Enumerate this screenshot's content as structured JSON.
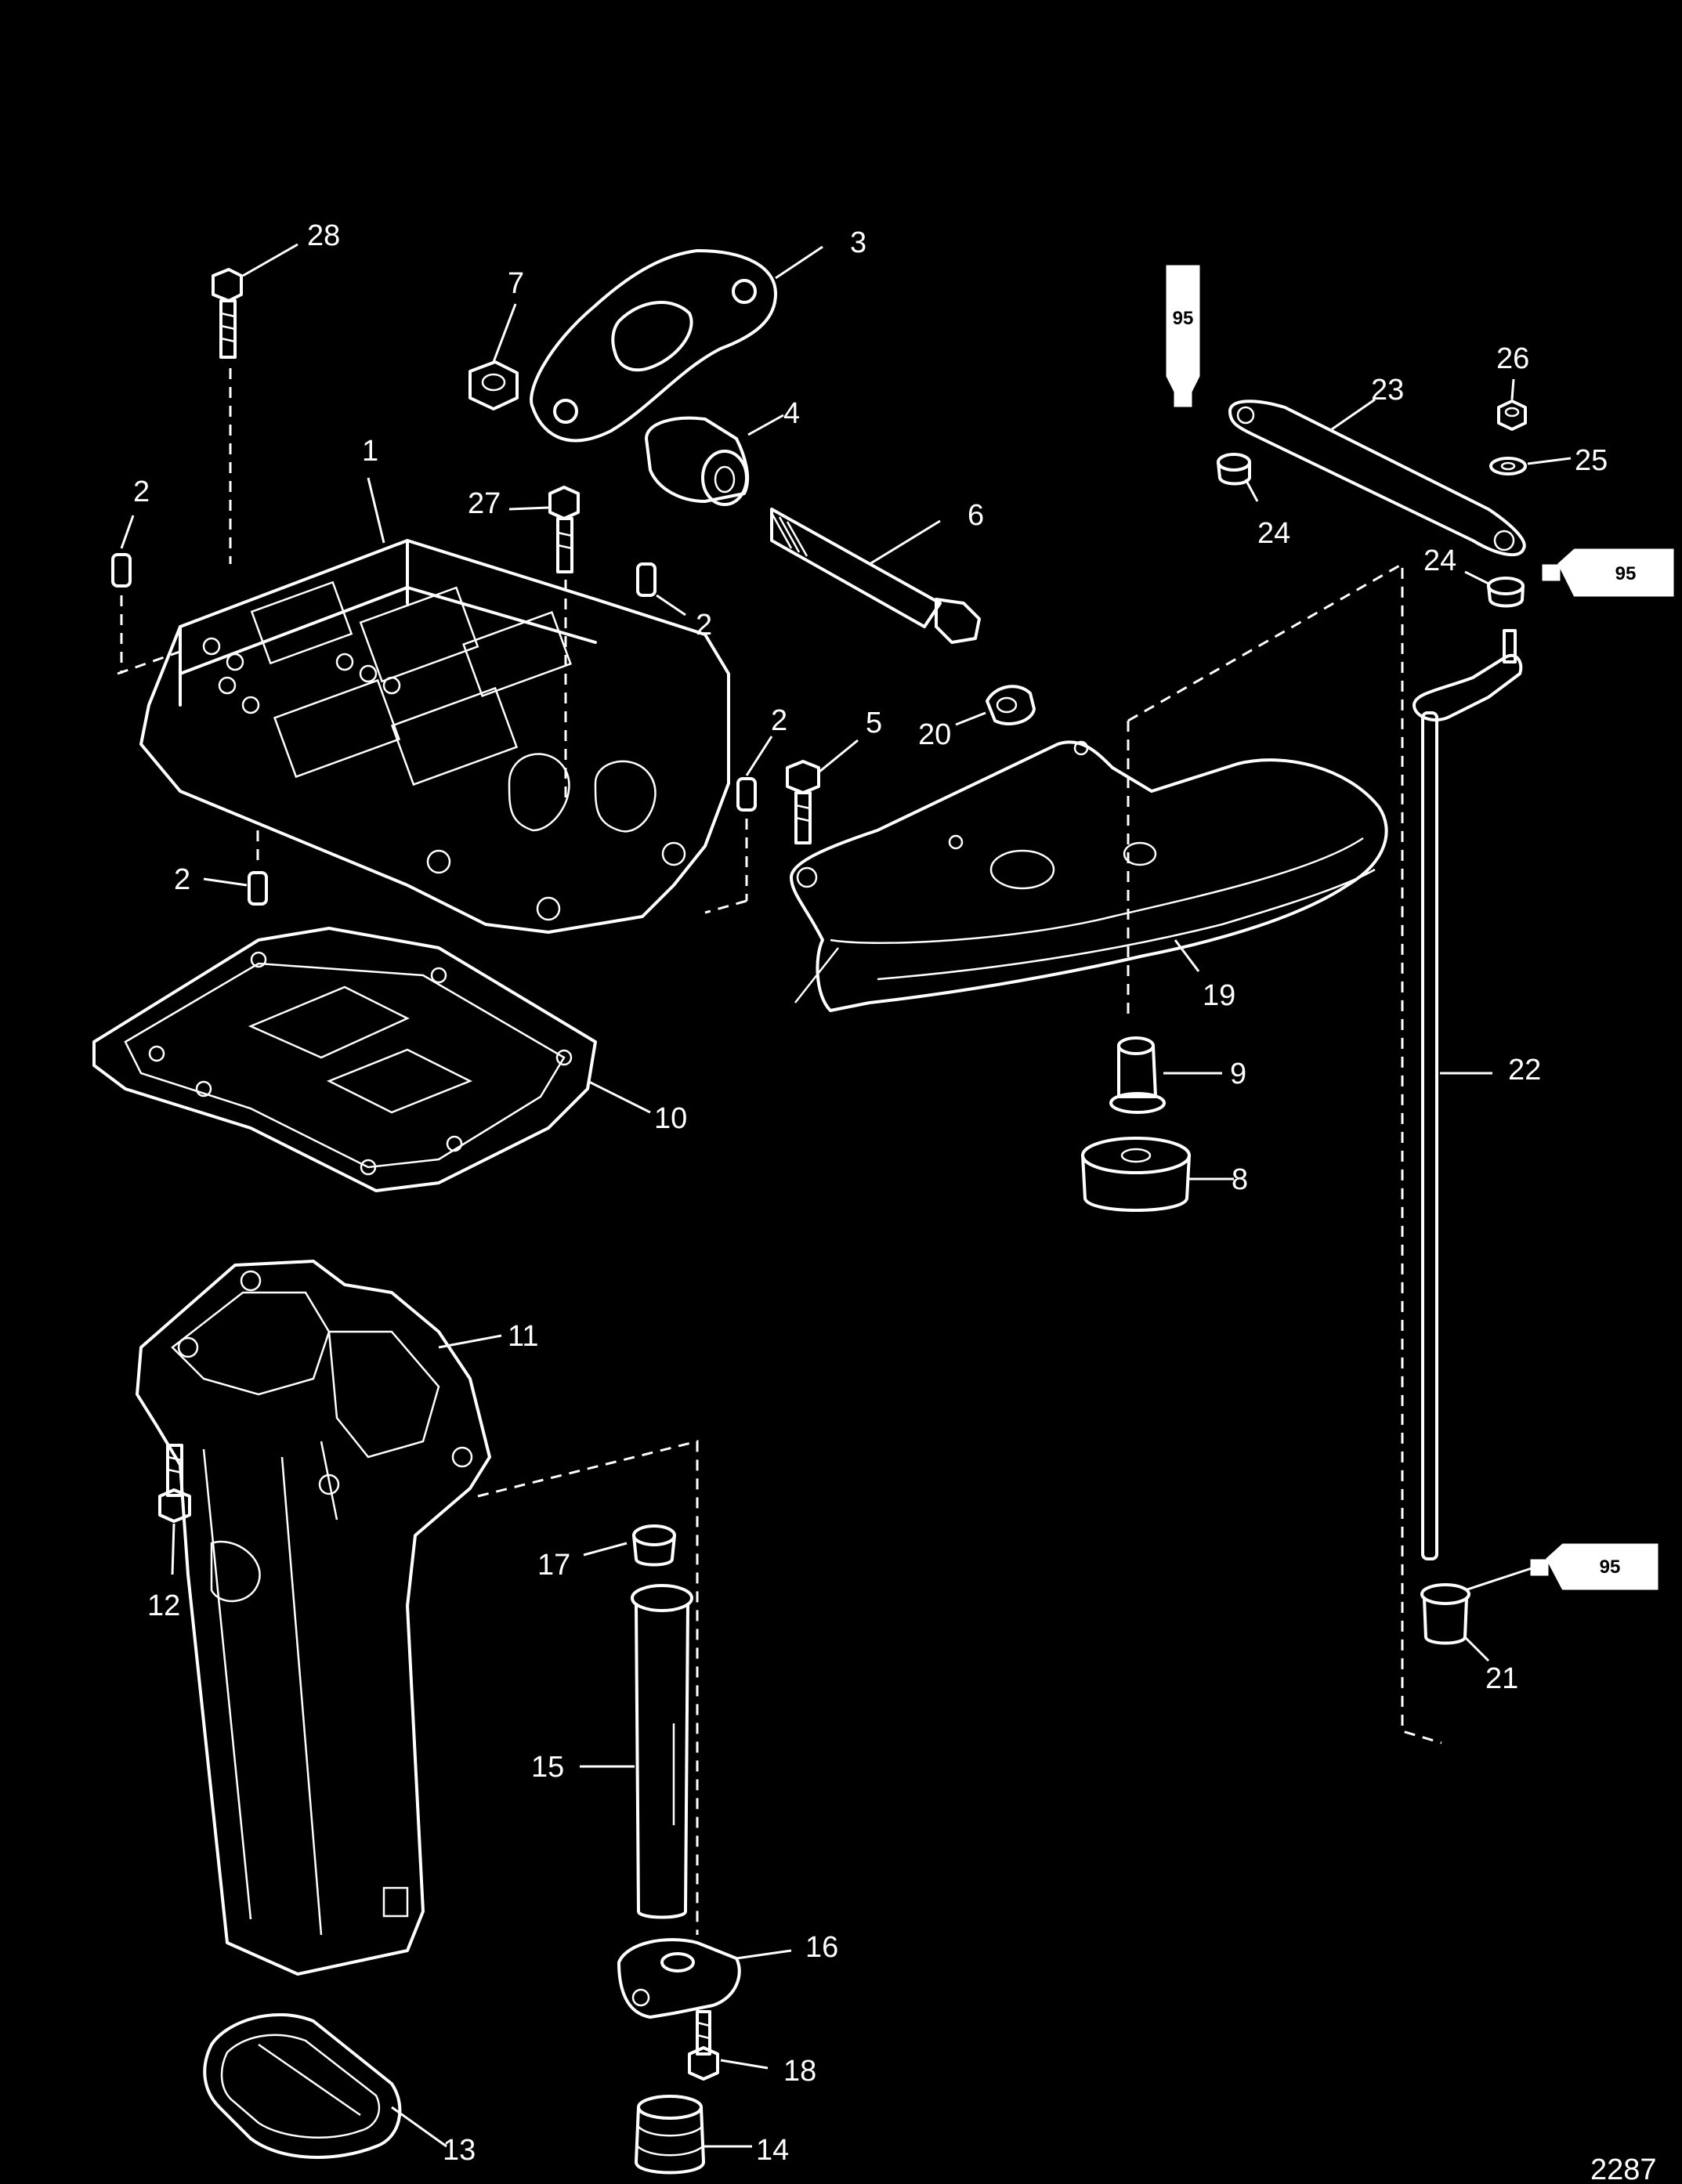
{
  "callouts": [
    "1",
    "2",
    "3",
    "4",
    "5",
    "6",
    "7",
    "8",
    "9",
    "10",
    "11",
    "12",
    "13",
    "14",
    "15",
    "16",
    "17",
    "18",
    "19",
    "20",
    "21",
    "22",
    "23",
    "24",
    "25",
    "26",
    "27",
    "28"
  ],
  "lubricant_code": "95",
  "figure_number": "2287"
}
